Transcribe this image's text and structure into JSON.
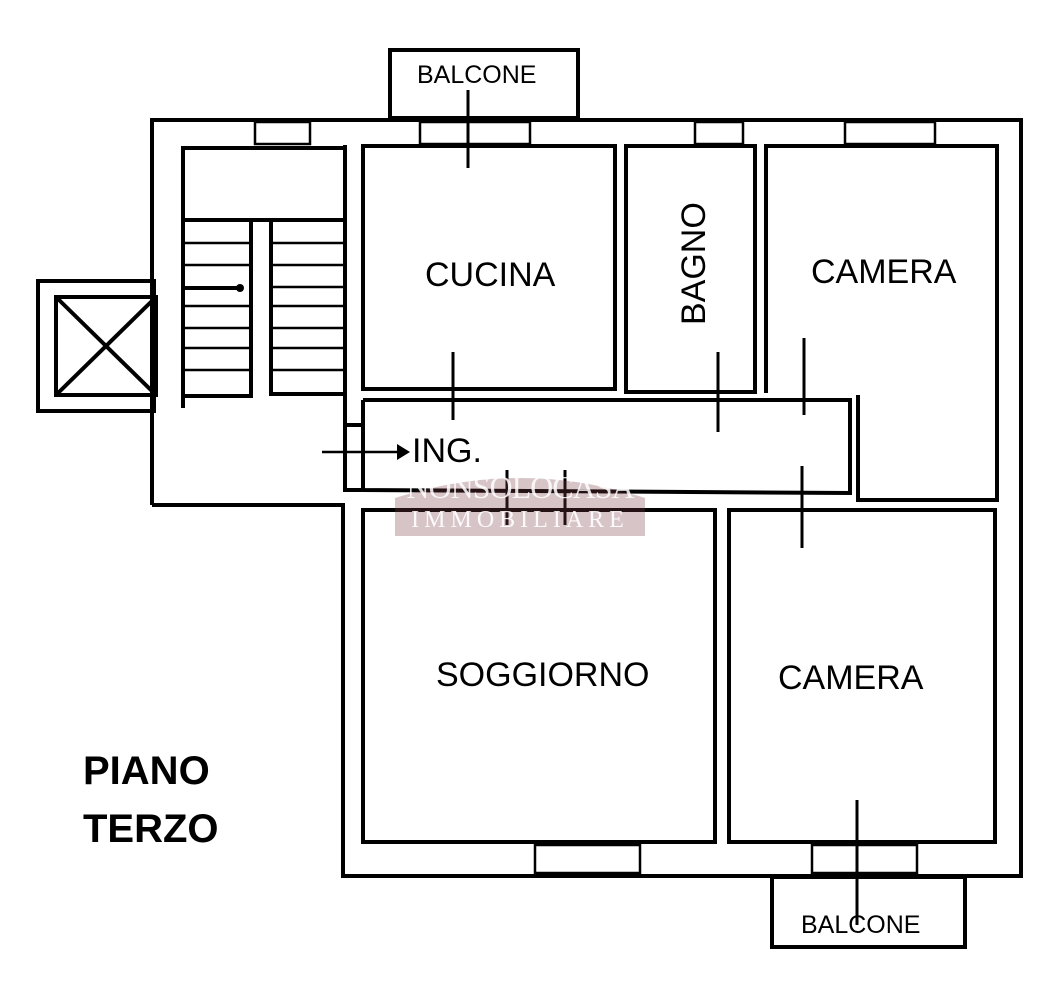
{
  "plan": {
    "rooms": {
      "balcone_top": "BALCONE",
      "cucina": "CUCINA",
      "bagno": "BAGNO",
      "camera_top": "CAMERA",
      "ingresso": "ING.",
      "soggiorno": "SOGGIORNO",
      "camera_bottom": "CAMERA",
      "balcone_bottom": "BALCONE"
    },
    "floor_title_line1": "PIANO",
    "floor_title_line2": "TERZO"
  },
  "watermark": {
    "line1": "NONSOLOCASA",
    "line2": "IMMOBILIARE",
    "color": "#7a3b44"
  }
}
